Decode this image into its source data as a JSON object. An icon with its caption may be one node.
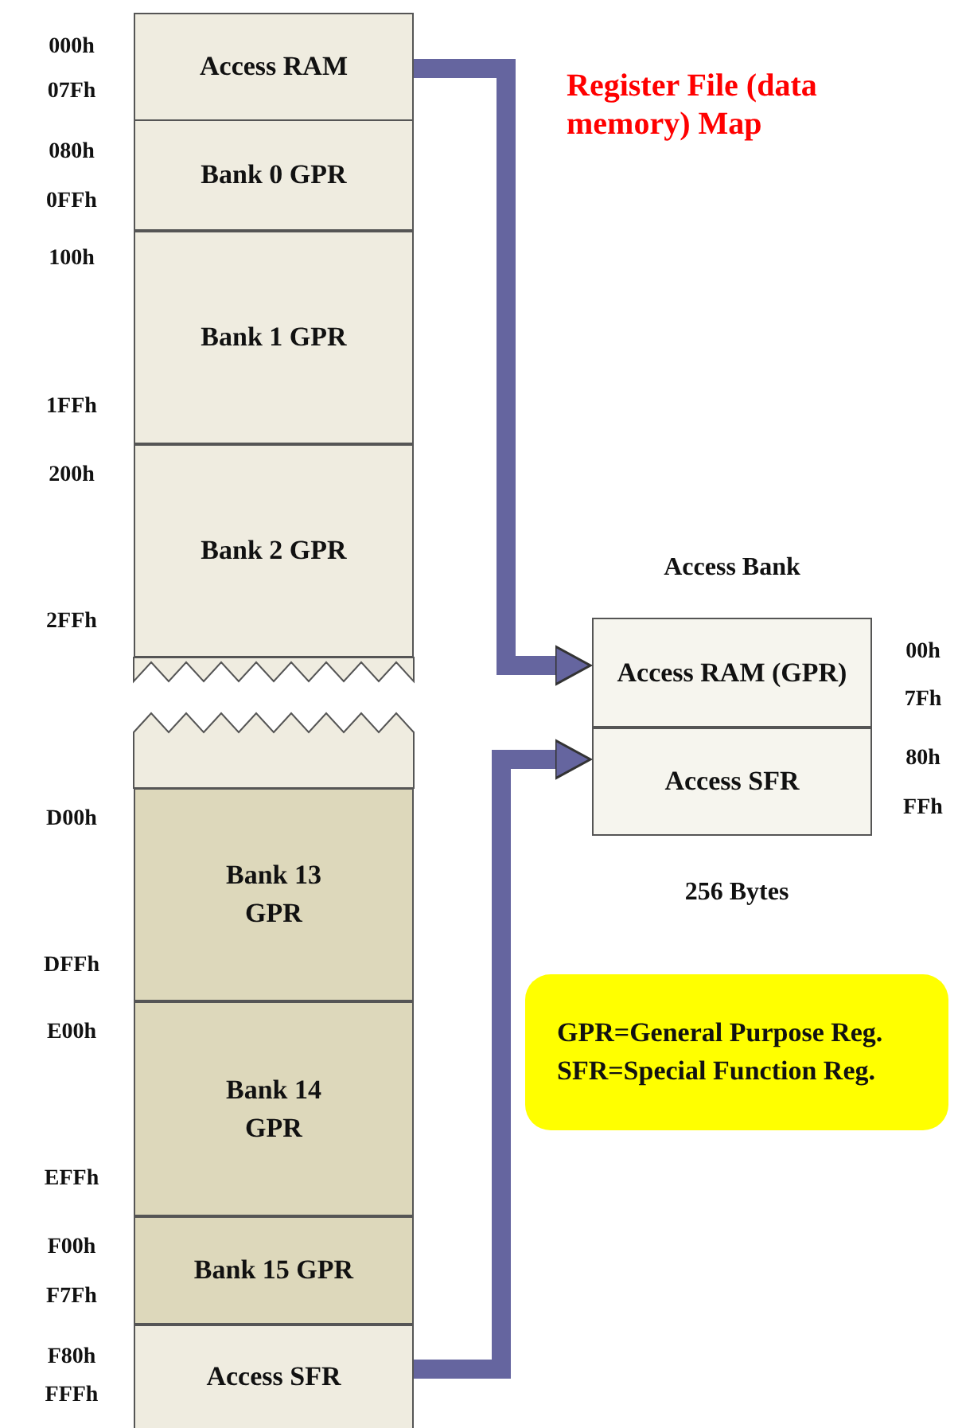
{
  "diagram": {
    "title": "Register File (data memory) Map",
    "nodes": [
      {
        "text": [
          "Access RAM"
        ]
      },
      {
        "text": [
          "Bank 0 GPR"
        ]
      },
      {
        "text": [
          "Bank 1 GPR"
        ]
      },
      {
        "text": [
          "Bank 2 GPR"
        ]
      },
      {
        "text": [
          "Bank 13 GPR"
        ]
      },
      {
        "text": [
          "Bank 14 GPR"
        ]
      },
      {
        "text": [
          "Bank 15 GPR"
        ]
      },
      {
        "text": [
          "Access SFR"
        ]
      },
      {
        "text": [
          "Access RAM (GPR)"
        ]
      },
      {
        "text": [
          "Access SFR"
        ]
      },
      {
        "text": [
          "GPR=General Purpose Reg.",
          "SFR=Special Function Reg."
        ]
      }
    ],
    "edges": [
      {
        "from": 0,
        "to": 8,
        "arrow": "to"
      },
      {
        "from": 7,
        "to": 9,
        "arrow": "to"
      }
    ],
    "labels": [
      "000h",
      "07Fh",
      "080h",
      "0FFh",
      "100h",
      "1FFh",
      "200h",
      "2FFh",
      "D00h",
      "DFFh",
      "E00h",
      "EFFh",
      "F00h",
      "F7Fh",
      "F80h",
      "FFFh",
      "Access Bank",
      "00h",
      "7Fh",
      "80h",
      "FFh",
      "256 Bytes"
    ]
  }
}
